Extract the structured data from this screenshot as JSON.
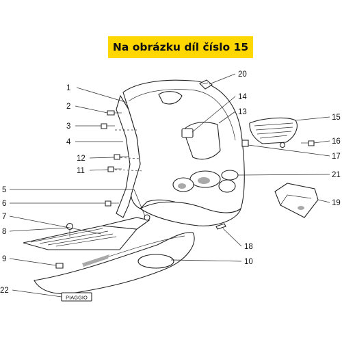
{
  "header": {
    "title": "Na obrázku díl číslo 15",
    "highlight_color": "#ffd700"
  },
  "diagram": {
    "callouts": [
      "1",
      "2",
      "3",
      "4",
      "12",
      "11",
      "5",
      "6",
      "7",
      "8",
      "9",
      "22",
      "20",
      "14",
      "13",
      "15",
      "16",
      "17",
      "21",
      "19",
      "18",
      "10"
    ],
    "badge_text": "PIAGGIO"
  }
}
